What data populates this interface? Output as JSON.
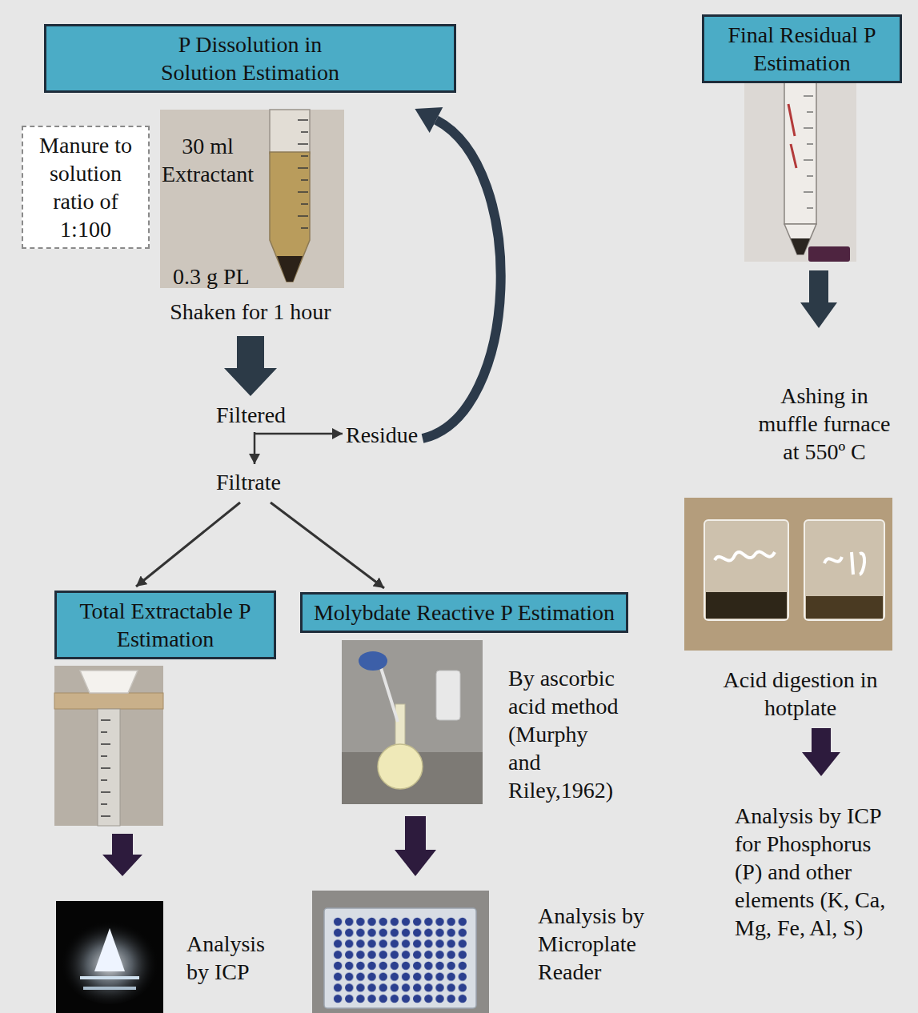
{
  "diagram": {
    "nodes": [
      {
        "text": [
          "P Dissolution in Solution Estimation"
        ]
      },
      {
        "text": [
          "Final Residual P Estimation"
        ]
      },
      {
        "text": [
          "Manure to solution ratio of 1:100"
        ]
      },
      {
        "text": [
          "Total Extractable P Estimation"
        ]
      },
      {
        "text": [
          "Molybdate Reactive P Estimation"
        ]
      }
    ],
    "labels": [
      "30 ml Extractant",
      "0.3 g PL",
      "Shaken for 1 hour",
      "Filtered",
      "Residue",
      "Filtrate",
      "Ashing in muffle furnace at 550º C",
      "Acid digestion in hotplate",
      "Analysis by ICP for Phosphorus (P) and other elements (K, Ca, Mg, Fe, Al, S)",
      "By ascorbic acid method (Murphy and Riley,1962)",
      "Analysis by ICP",
      "Analysis by Microplate Reader"
    ]
  }
}
